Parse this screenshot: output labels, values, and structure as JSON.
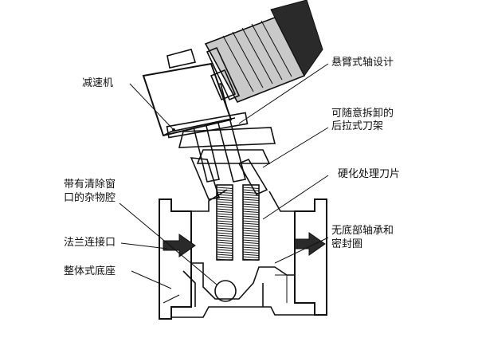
{
  "labels": {
    "reducer": "减速机",
    "cantilever_shaft": "悬臂式轴设计",
    "rear_pull_holder_l1": "可随意拆卸的",
    "rear_pull_holder_l2": "后拉式刀架",
    "hardened_blade": "硬化处理刀片",
    "debris_chamber_l1": "带有清除窗",
    "debris_chamber_l2": "口的杂物腔",
    "flange_port": "法兰连接口",
    "bottomless_bearing_l1": "无底部轴承和",
    "bottomless_bearing_l2": "密封圈",
    "integral_base": "整体式底座"
  },
  "icons": {
    "inlet_arrow": "flow-arrow-right-icon",
    "outlet_arrow": "flow-arrow-right-icon"
  },
  "colors": {
    "line": "#111111",
    "background": "#ffffff",
    "motor_fill": "#c9c9c9",
    "arrow_fill": "#2a2a2a"
  }
}
